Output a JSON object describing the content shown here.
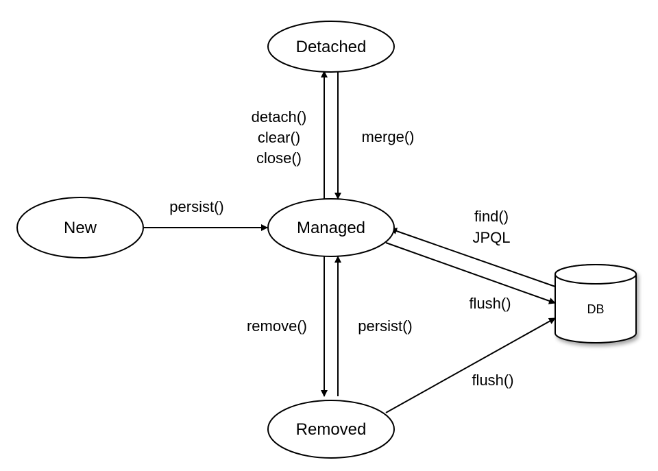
{
  "colors": {
    "stroke": "#000000",
    "fill": "#ffffff",
    "shadow": "#9a9a9a",
    "text": "#000000"
  },
  "nodes": {
    "detached": "Detached",
    "new": "New",
    "managed": "Managed",
    "removed": "Removed",
    "db": "DB"
  },
  "edges": {
    "to_detached": [
      "detach()",
      "clear()",
      "close()"
    ],
    "detached_to_managed": "merge()",
    "new_to_managed": "persist()",
    "db_to_managed": [
      "find()",
      "JPQL"
    ],
    "managed_to_db": "flush()",
    "managed_to_removed": "remove()",
    "removed_to_managed": "persist()",
    "removed_to_db": "flush()"
  }
}
